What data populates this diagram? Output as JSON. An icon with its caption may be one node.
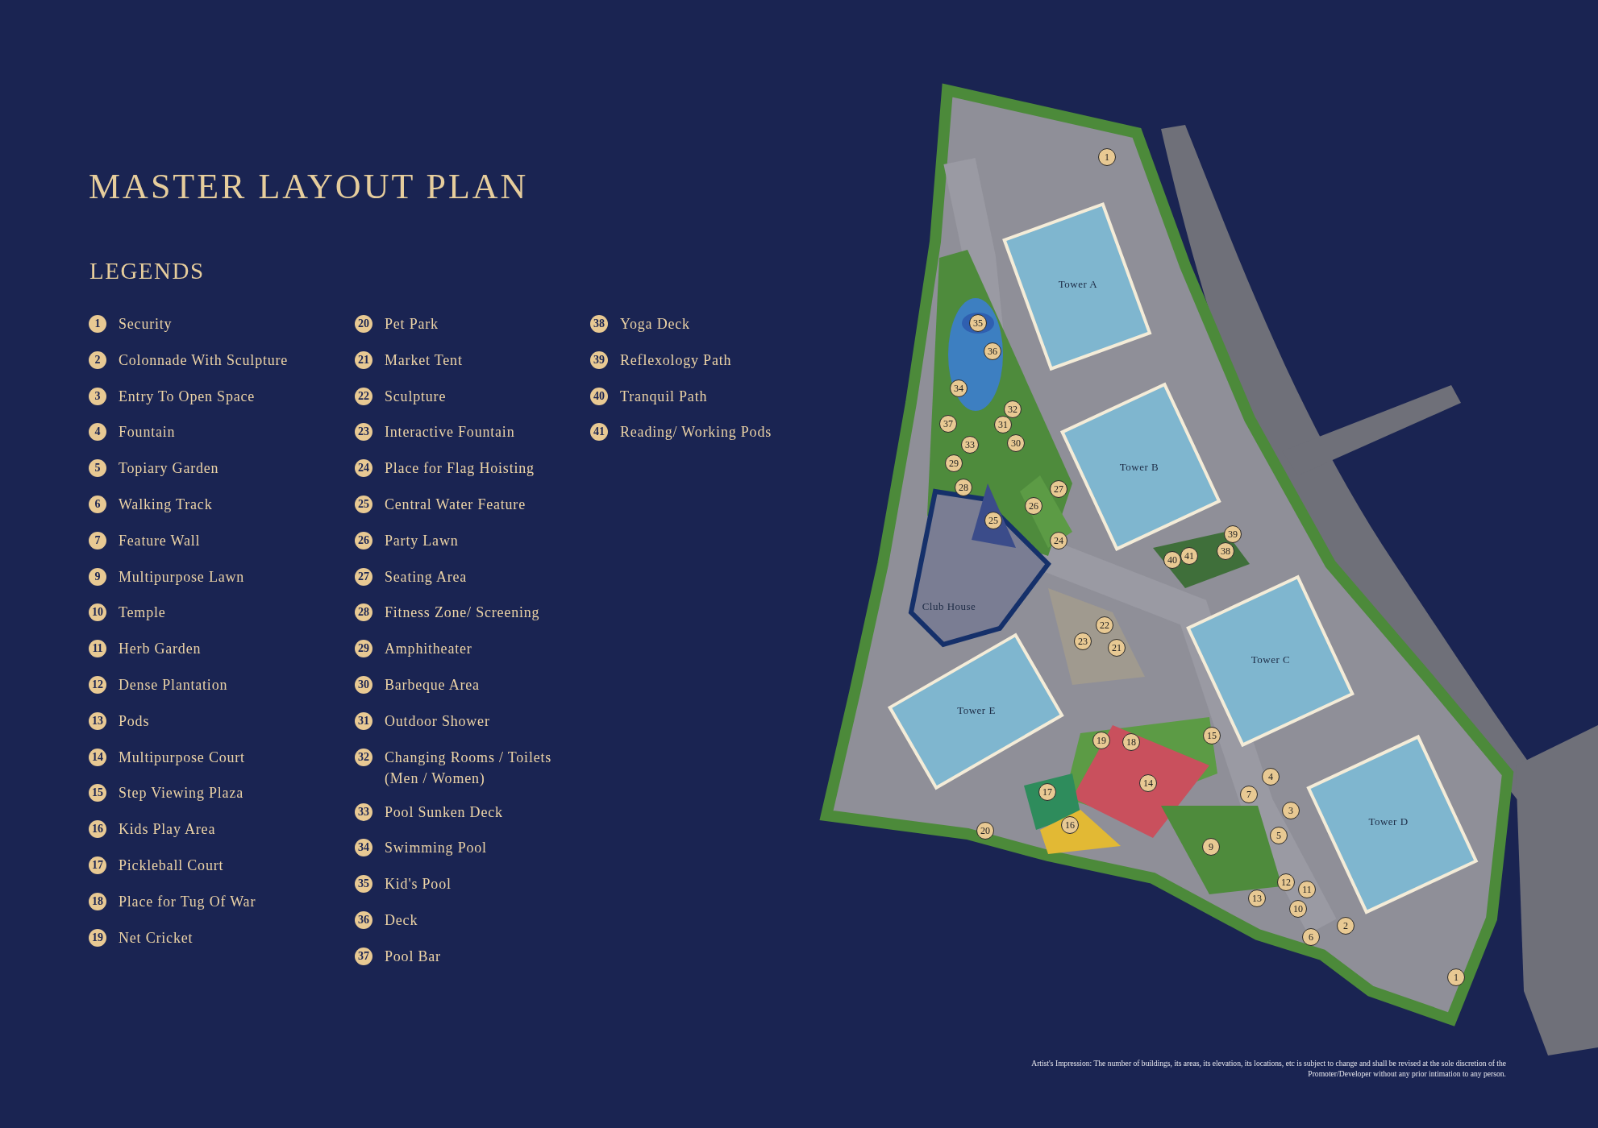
{
  "diagram": {
    "title": "MASTER LAYOUT PLAN",
    "labels": [
      "LEGENDS",
      "1",
      "Security",
      "2",
      "Colonnade With Sculpture",
      "3",
      "Entry To Open Space",
      "4",
      "Fountain",
      "5",
      "Topiary Garden",
      "6",
      "Walking Track",
      "7",
      "Feature Wall",
      "9",
      "Multipurpose Lawn",
      "10",
      "Temple",
      "11",
      "Herb Garden",
      "12",
      "Dense Plantation",
      "13",
      "Pods",
      "14",
      "Multipurpose Court",
      "15",
      "Step Viewing Plaza",
      "16",
      "Kids Play Area",
      "17",
      "Pickleball Court",
      "18",
      "Place for Tug Of War",
      "19",
      "Net Cricket",
      "20",
      "Pet Park",
      "21",
      "Market Tent",
      "22",
      "Sculpture",
      "23",
      "Interactive Fountain",
      "24",
      "Place for Flag Hoisting",
      "25",
      "Central Water Feature",
      "26",
      "Party Lawn",
      "27",
      "Seating Area",
      "28",
      "Fitness Zone/ Screening",
      "29",
      "Amphitheater",
      "30",
      "Barbeque Area",
      "31",
      "Outdoor Shower",
      "32",
      "Changing Rooms / Toilets (Men / Women)",
      "33",
      "Pool Sunken Deck",
      "34",
      "Swimming Pool",
      "35",
      "Kid's Pool",
      "36",
      "Deck",
      "37",
      "Pool Bar",
      "38",
      "Yoga Deck",
      "39",
      "Reflexology Path",
      "40",
      "Tranquil Path",
      "41",
      "Reading/ Working Pods",
      "Tower A",
      "Tower B",
      "Club House",
      "Tower C",
      "Tower E",
      "Tower D",
      "1",
      "35",
      "36",
      "34",
      "32",
      "37",
      "31",
      "33",
      "30",
      "29",
      "28",
      "27",
      "26",
      "25",
      "24",
      "39",
      "38",
      "41",
      "40",
      "22",
      "23",
      "21",
      "15",
      "19",
      "18",
      "14",
      "17",
      "4",
      "7",
      "16",
      "20",
      "3",
      "9",
      "5",
      "12",
      "11",
      "13",
      "10",
      "2",
      "6",
      "1",
      "Artist's Impression: The number of buildings, its areas, its elevation, its locations, etc is subject to change and shall be revised at the sole discretion of the Promoter/Developer without any prior intimation to any person."
    ]
  }
}
